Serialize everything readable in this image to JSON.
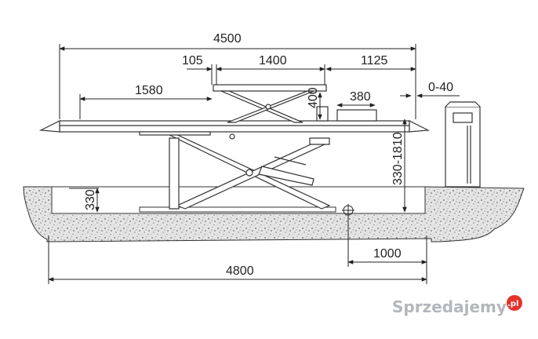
{
  "diagram": {
    "dimensions": {
      "total_length_top": "4500",
      "offset_105": "105",
      "platform_1400": "1400",
      "overhang_1125": "1125",
      "length_1580": "1580",
      "height_400": "400",
      "width_380": "380",
      "range_0_40": "0-40",
      "lift_height": "330-1810",
      "pit_depth": "330",
      "pit_offset_1000": "1000",
      "pit_length_4800": "4800"
    },
    "watermark": {
      "text": "Sprzedajemy",
      "badge": ".pl"
    },
    "colors": {
      "line": "#222222",
      "ground_fill": "#d9d9d9",
      "ground_dot": "#555555"
    }
  }
}
